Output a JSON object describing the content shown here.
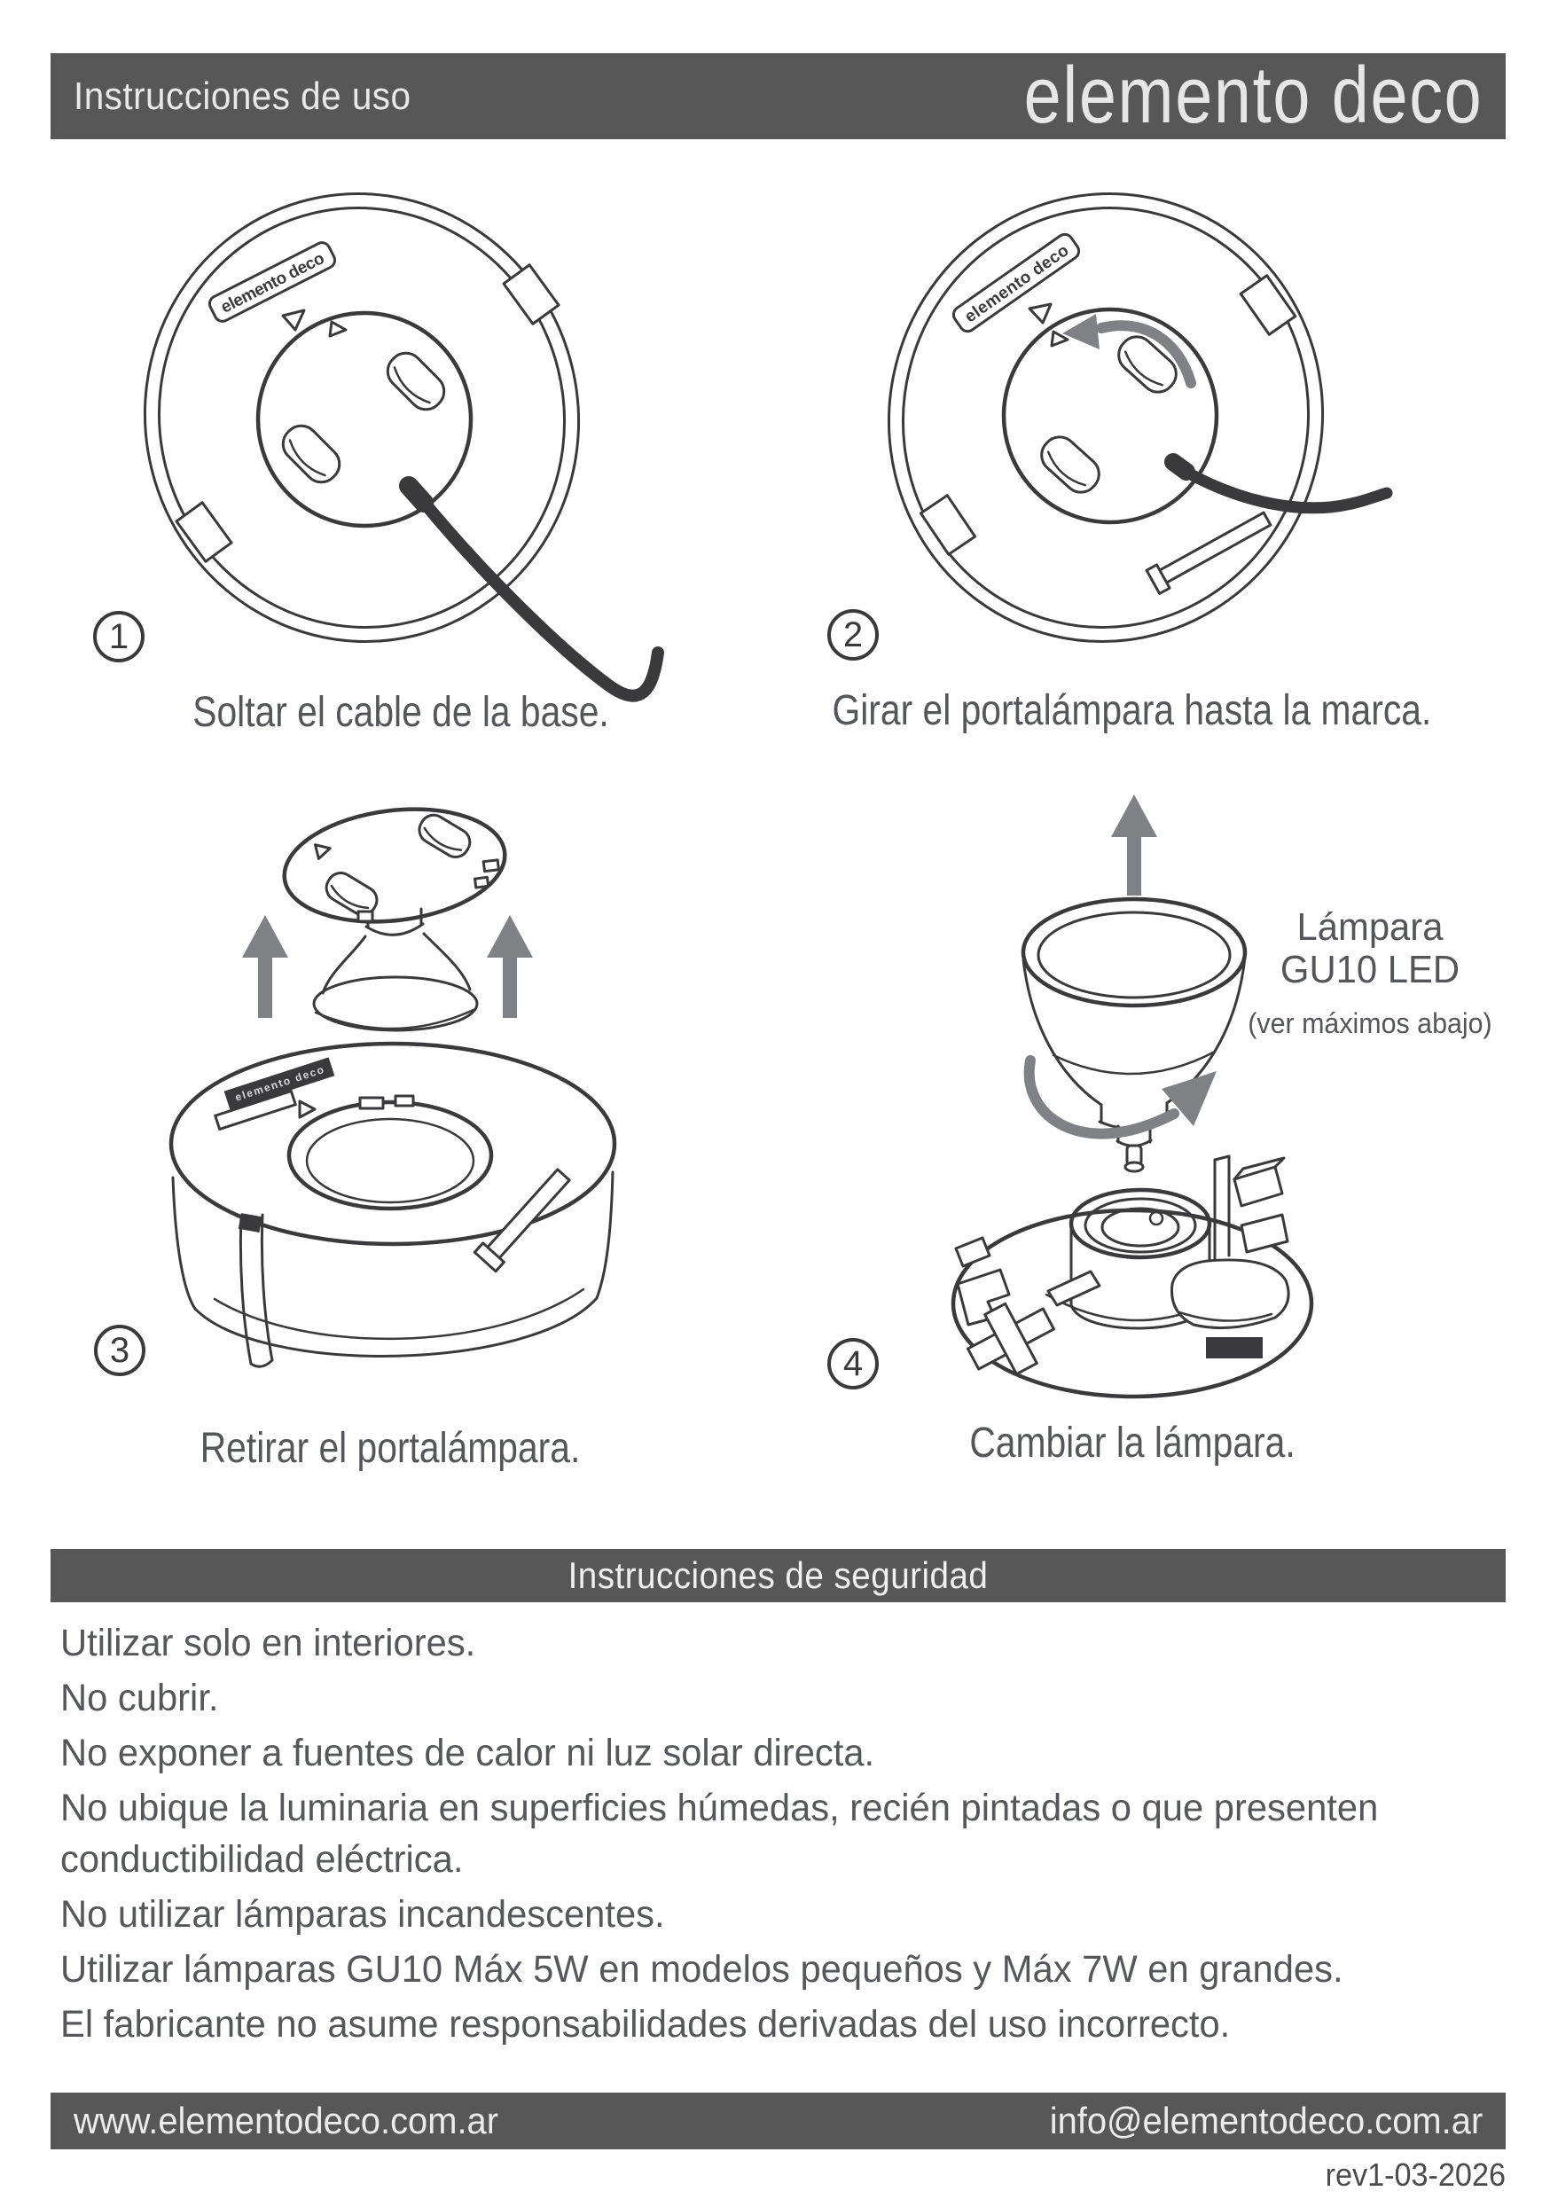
{
  "header": {
    "title": "Instrucciones de uso",
    "brand": "elemento deco"
  },
  "brand_label": "elemento deco",
  "steps": [
    {
      "number": "1",
      "caption": "Soltar el cable de la base."
    },
    {
      "number": "2",
      "caption": "Girar el portalámpara hasta la marca."
    },
    {
      "number": "3",
      "caption": "Retirar el portalámpara."
    },
    {
      "number": "4",
      "caption": "Cambiar la lámpara."
    }
  ],
  "lamp_note": {
    "line1": "Lámpara",
    "line2": "GU10 LED",
    "subtitle": "(ver máximos abajo)"
  },
  "safety": {
    "title": "Instrucciones de seguridad",
    "lines": [
      "Utilizar solo en interiores.",
      "No cubrir.",
      "No exponer a fuentes de calor ni luz solar directa.",
      "No ubique la luminaria en superficies húmedas, recién pintadas o que presenten conductibilidad eléctrica.",
      "No utilizar lámparas incandescentes.",
      "Utilizar lámparas GU10 Máx 5W en modelos pequeños y Máx 7W en grandes.",
      "El fabricante no asume responsabilidades derivadas del uso incorrecto."
    ]
  },
  "footer": {
    "website": "www.elementodeco.com.ar",
    "email": "info@elementodeco.com.ar",
    "revision": "rev1-03-2026"
  },
  "colors": {
    "bar_background": "#575757",
    "bar_text": "#ececec",
    "body_text": "#56575a",
    "line_art": "#3a3a3c",
    "arrow_gray": "#808184"
  }
}
